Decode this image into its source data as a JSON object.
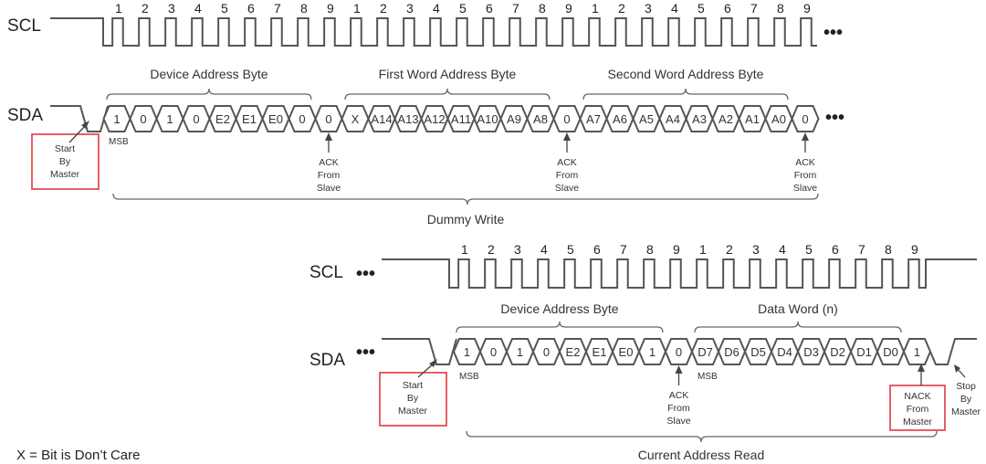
{
  "diagram": {
    "title": "I2C EEPROM Current Address Read with Dummy Write",
    "colors": {
      "wave": "#555555",
      "highlight_box": "#e0393e",
      "text": "#222222"
    },
    "legend": "X = Bit is Don’t Care",
    "top": {
      "scl_label": "SCL",
      "sda_label": "SDA",
      "ellipsis": "•••",
      "clock_numbers": [
        "1",
        "2",
        "3",
        "4",
        "5",
        "6",
        "7",
        "8",
        "9",
        "1",
        "2",
        "3",
        "4",
        "5",
        "6",
        "7",
        "8",
        "9",
        "1",
        "2",
        "3",
        "4",
        "5",
        "6",
        "7",
        "8",
        "9"
      ],
      "groups": [
        {
          "label": "Device Address Byte",
          "bits": [
            "1",
            "0",
            "1",
            "0",
            "E2",
            "E1",
            "E0",
            "0"
          ]
        },
        {
          "label": "First Word Address Byte",
          "bits": [
            "X",
            "A14",
            "A13",
            "A12",
            "A11",
            "A10",
            "A9",
            "A8"
          ]
        },
        {
          "label": "Second Word Address Byte",
          "bits": [
            "A7",
            "A6",
            "A5",
            "A4",
            "A3",
            "A2",
            "A1",
            "A0"
          ]
        }
      ],
      "ack_bits": [
        "0",
        "0",
        "0"
      ],
      "msb_label": "MSB",
      "start_note": [
        "Start",
        "By",
        "Master"
      ],
      "ack_note": [
        "ACK",
        "From",
        "Slave"
      ],
      "section_label": "Dummy Write"
    },
    "bottom": {
      "scl_label": "SCL",
      "sda_label": "SDA",
      "ellipsis": "•••",
      "clock_numbers": [
        "1",
        "2",
        "3",
        "4",
        "5",
        "6",
        "7",
        "8",
        "9",
        "1",
        "2",
        "3",
        "4",
        "5",
        "6",
        "7",
        "8",
        "9"
      ],
      "groups": [
        {
          "label": "Device Address Byte",
          "bits": [
            "1",
            "0",
            "1",
            "0",
            "E2",
            "E1",
            "E0",
            "1"
          ]
        },
        {
          "label": "Data Word (n)",
          "bits": [
            "D7",
            "D6",
            "D5",
            "D4",
            "D3",
            "D2",
            "D1",
            "D0"
          ]
        }
      ],
      "ack_bit": "0",
      "nack_bit": "1",
      "msb_label": "MSB",
      "start_note": [
        "Start",
        "By",
        "Master"
      ],
      "ack_note": [
        "ACK",
        "From",
        "Slave"
      ],
      "nack_note": [
        "NACK",
        "From",
        "Master"
      ],
      "stop_note": [
        "Stop",
        "By",
        "Master"
      ],
      "section_label": "Current Address Read"
    }
  }
}
